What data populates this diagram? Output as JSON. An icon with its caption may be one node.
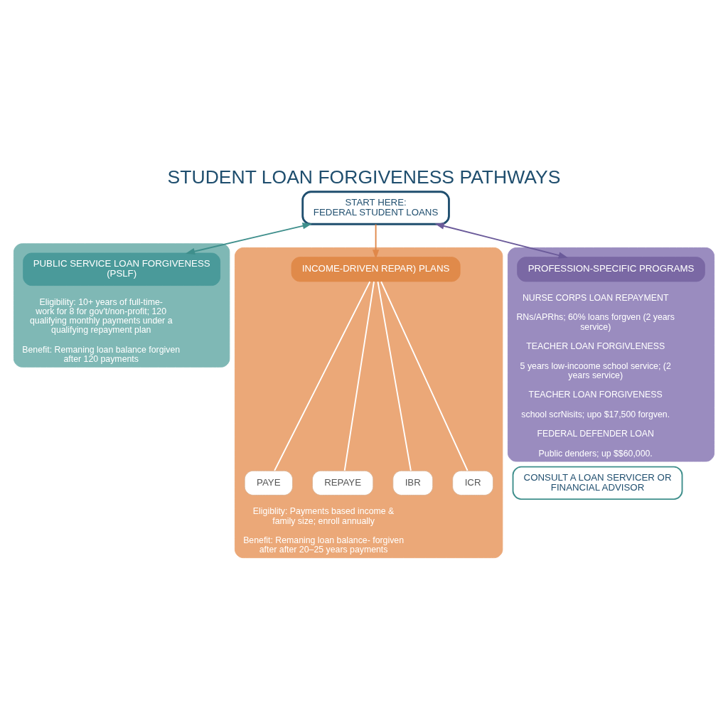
{
  "diagram": {
    "title": "STUDENT LOAN FORGIVENESS PATHWAYS",
    "nodes": [
      {
        "text": [
          "START HERE:",
          "FEDERAL STUDENT LOANS"
        ]
      },
      {
        "text": [
          "Eligibility: 10+ years of full-time- work for 8 for gov't/non-profit; 120 qualifying monthly payments under a qualifying repayment plan",
          "Benefit: Remaning loan balance forgiven after 120 payments"
        ]
      },
      {
        "text": [
          "PUBLIC SERVICE LOAN FORGIVENESS (PSLF)"
        ],
        "in": 1
      },
      {
        "text": [
          "Eligiblity: Payments based income & family size; enroll annually",
          "Benefit: Remaning loan balance- forgiven after after 20–25 years payments"
        ]
      },
      {
        "text": [
          "INCOME-DRIVEN REPAR) PLANS"
        ],
        "in": 3
      },
      {
        "text": [
          "PAYE"
        ],
        "in": 3
      },
      {
        "text": [
          "REPAYE"
        ],
        "in": 3
      },
      {
        "text": [
          "IBR"
        ],
        "in": 3
      },
      {
        "text": [
          "ICR"
        ],
        "in": 3
      },
      {
        "text": [
          "NURSE CORPS LOAN REPAYMENT",
          "RNs/APRhs; 60% loans forgven (2 years service)",
          "TEACHER LOAN FORGIVLENESS",
          "5 years low-incoome school service; (2 years service)",
          "TEACHER LOAN FORGIVENESS",
          "school scrNisits; upo $17,500 forgven.",
          "FEDERAL DEFENDER LOAN",
          "Public denders; up $$60,000."
        ]
      },
      {
        "text": [
          "PROFESSION-SPECIFIC PROGRAMS"
        ],
        "in": 9
      },
      {
        "text": [
          "CONSULT A LOAN SERVICER OR FINANCIAL ADVISOR"
        ]
      }
    ],
    "edges": [
      {
        "from": 0,
        "to": 2,
        "arrow": "both",
        "color": "#3f8f8c"
      },
      {
        "from": 0,
        "to": 4,
        "arrow": "to",
        "color": "#e0884a"
      },
      {
        "from": 0,
        "to": 10,
        "arrow": "both",
        "color": "#6b5b9a"
      },
      {
        "from": 4,
        "to": 5,
        "arrow": "none",
        "color": "#ffffff"
      },
      {
        "from": 4,
        "to": 6,
        "arrow": "none",
        "color": "#ffffff"
      },
      {
        "from": 4,
        "to": 7,
        "arrow": "none",
        "color": "#ffffff"
      },
      {
        "from": 4,
        "to": 8,
        "arrow": "none",
        "color": "#ffffff"
      }
    ]
  }
}
